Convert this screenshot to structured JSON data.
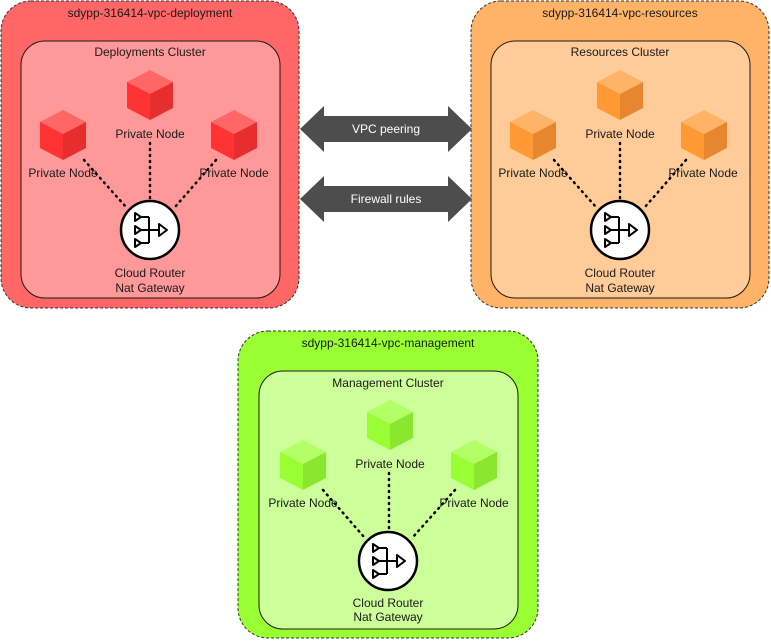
{
  "vpcs": {
    "deployment": {
      "title": "sdypp-316414-vpc-deployment",
      "cluster": "Deployments Cluster",
      "color": "#ff6666",
      "inner_color": "#ff9999",
      "node_color": "#ff3333",
      "node_label_left": "Private Node",
      "node_label_top": "Private Node",
      "node_label_right": "Private Node",
      "router_line1": "Cloud Router",
      "router_line2": "Nat Gateway"
    },
    "resources": {
      "title": "sdypp-316414-vpc-resources",
      "cluster": "Resources Cluster",
      "color": "#ffb366",
      "inner_color": "#ffcc99",
      "node_color": "#ff9933",
      "node_label_left": "Private Node",
      "node_label_top": "Private Node",
      "node_label_right": "Private Node",
      "router_line1": "Cloud Router",
      "router_line2": "Nat Gateway"
    },
    "management": {
      "title": "sdypp-316414-vpc-management",
      "cluster": "Management Cluster",
      "color": "#99ff33",
      "inner_color": "#ccff99",
      "node_color": "#99ff33",
      "node_label_left": "Private Node",
      "node_label_top": "Private Node",
      "node_label_right": "Private Node",
      "router_line1": "Cloud Router",
      "router_line2": "Nat Gateway"
    }
  },
  "connections": {
    "peering": "VPC peering",
    "firewall": "Firewall rules",
    "arrow_color": "#4d4d4d"
  }
}
